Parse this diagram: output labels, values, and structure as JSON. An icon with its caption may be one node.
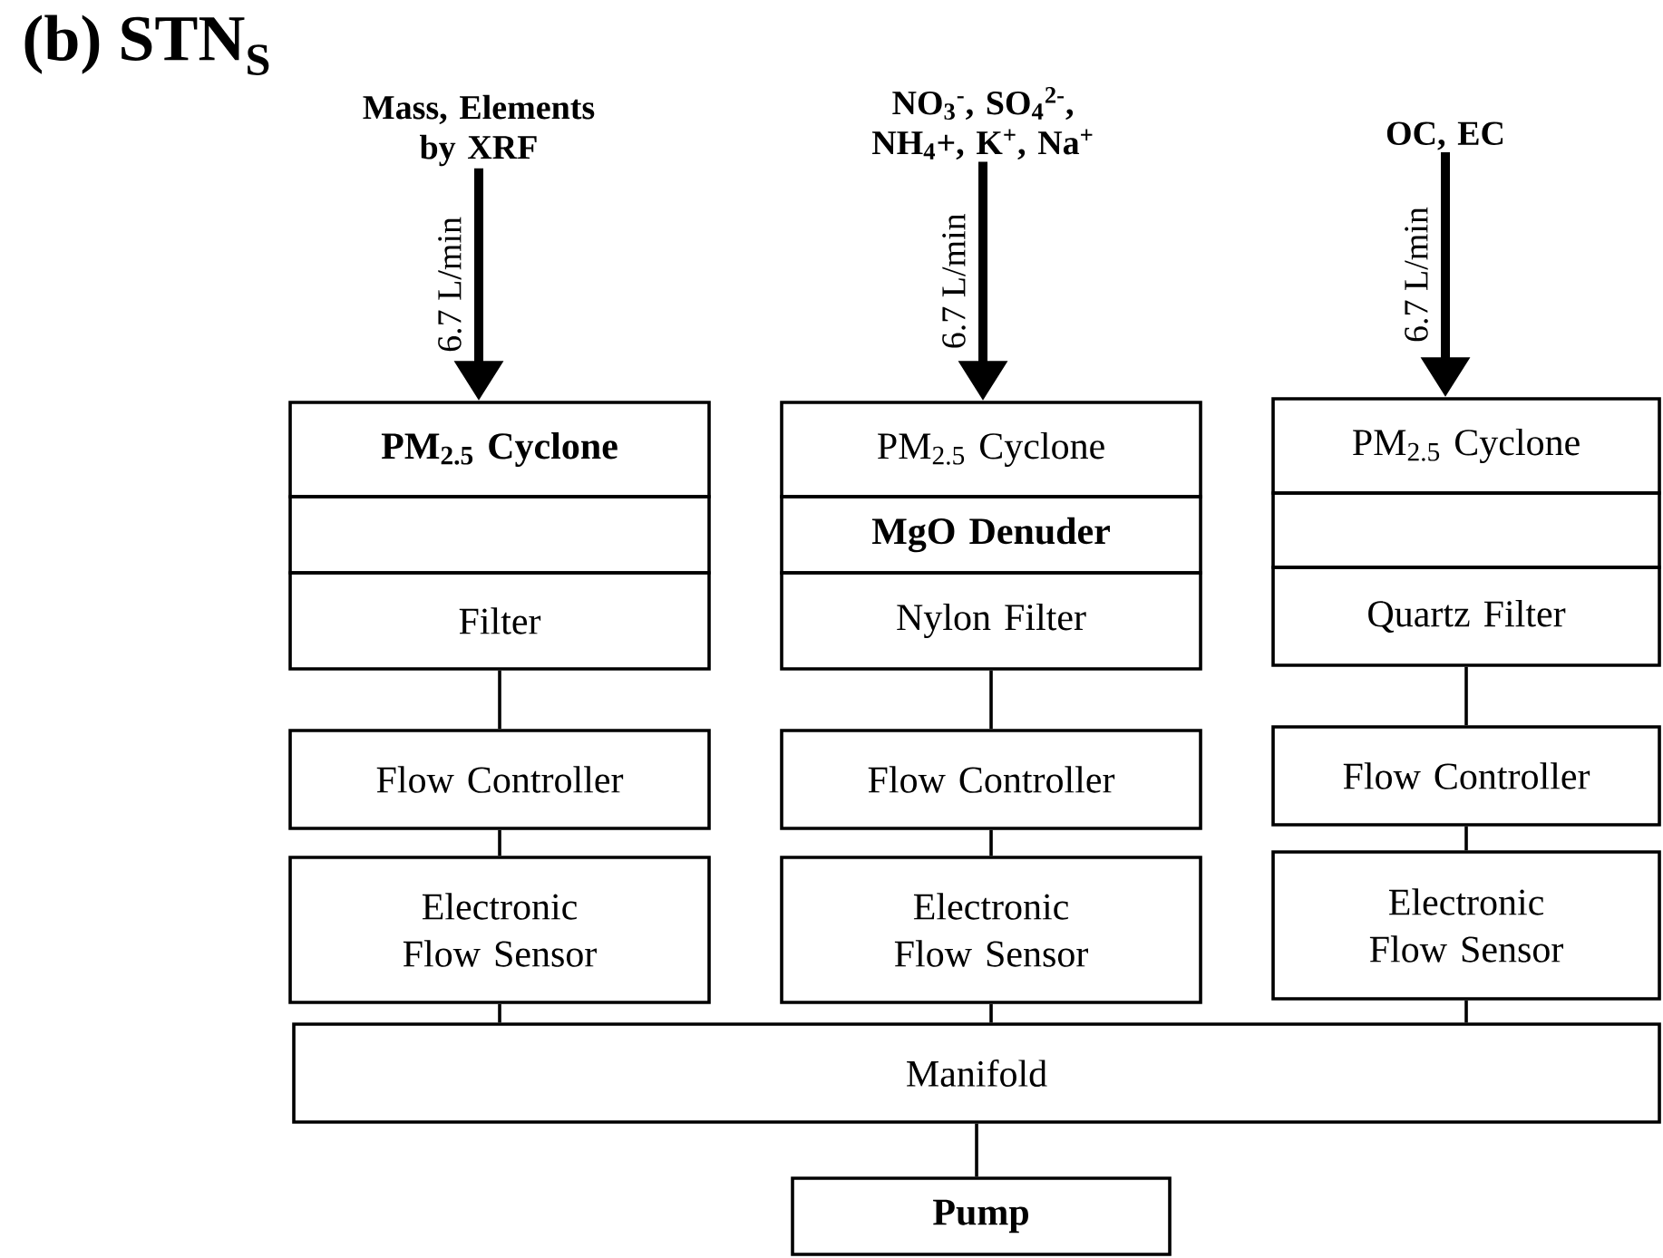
{
  "diagram": {
    "title": "(b) STN$_{S}$",
    "nodes": [
      {
        "text": [
          "Mass,  Elements by XRF"
        ]
      },
      {
        "text": [
          "NO$_{3}$$^{-}$, SO$_{4}$$^{2-}$, NH$_{4}$+, K$^{+}$, Na$^{+}$"
        ]
      },
      {
        "text": [
          "OC, EC"
        ]
      },
      {
        "text": [
          "PM$_{2.5}$ Cyclone"
        ]
      },
      {
        "text": [],
        "shape": "box"
      },
      {
        "text": [
          "Filter"
        ]
      },
      {
        "text": [
          "Flow Controller"
        ]
      },
      {
        "text": [
          "Electronic Flow Sensor"
        ]
      },
      {
        "text": [
          "PM$_{2.5}$ Cyclone"
        ]
      },
      {
        "text": [
          "MgO Denuder"
        ]
      },
      {
        "text": [
          "Nylon Filter"
        ]
      },
      {
        "text": [
          "Flow Controller"
        ]
      },
      {
        "text": [
          "Electronic Flow Sensor"
        ]
      },
      {
        "text": [
          "PM$_{2.5}$ Cyclone"
        ]
      },
      {
        "text": [],
        "shape": "box"
      },
      {
        "text": [
          "Quartz Filter"
        ]
      },
      {
        "text": [
          "Flow Controller"
        ]
      },
      {
        "text": [
          "Electronic Flow Sensor"
        ]
      },
      {
        "text": [
          "Manifold"
        ]
      },
      {
        "text": [
          "Pump"
        ]
      }
    ],
    "edges": [
      {
        "from": 0,
        "to": 3,
        "arrow": "to",
        "label": "6.7 L/min",
        "style": "thick"
      },
      {
        "from": 1,
        "to": 8,
        "arrow": "to",
        "label": "6.7 L/min",
        "style": "thick"
      },
      {
        "from": 2,
        "to": 13,
        "arrow": "to",
        "label": "6.7 L/min",
        "style": "thick"
      },
      {
        "from": 5,
        "to": 6,
        "arrow": "none"
      },
      {
        "from": 6,
        "to": 7,
        "arrow": "none"
      },
      {
        "from": 7,
        "to": 18,
        "arrow": "none"
      },
      {
        "from": 10,
        "to": 11,
        "arrow": "none"
      },
      {
        "from": 11,
        "to": 12,
        "arrow": "none"
      },
      {
        "from": 12,
        "to": 18,
        "arrow": "none"
      },
      {
        "from": 15,
        "to": 16,
        "arrow": "none"
      },
      {
        "from": 16,
        "to": 17,
        "arrow": "none"
      },
      {
        "from": 17,
        "to": 18,
        "arrow": "none"
      },
      {
        "from": 18,
        "to": 19,
        "arrow": "none"
      }
    ]
  }
}
